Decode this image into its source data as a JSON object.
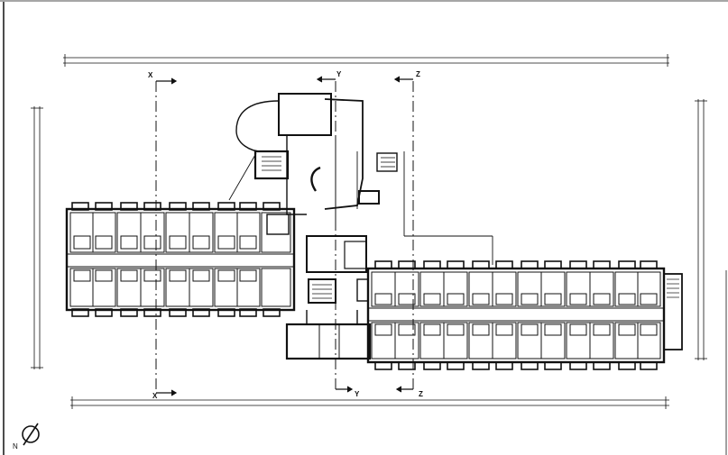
{
  "drawing": {
    "section_markers": {
      "x_top": "X",
      "y_top": "Y",
      "z_top": "Z",
      "x_bottom": "X",
      "y_bottom": "Y",
      "z_bottom": "Z"
    },
    "north_arrow": {
      "label": "N",
      "icon": "north-arrow-icon"
    },
    "colors": {
      "line": "#111111",
      "paper": "#ffffff"
    }
  }
}
